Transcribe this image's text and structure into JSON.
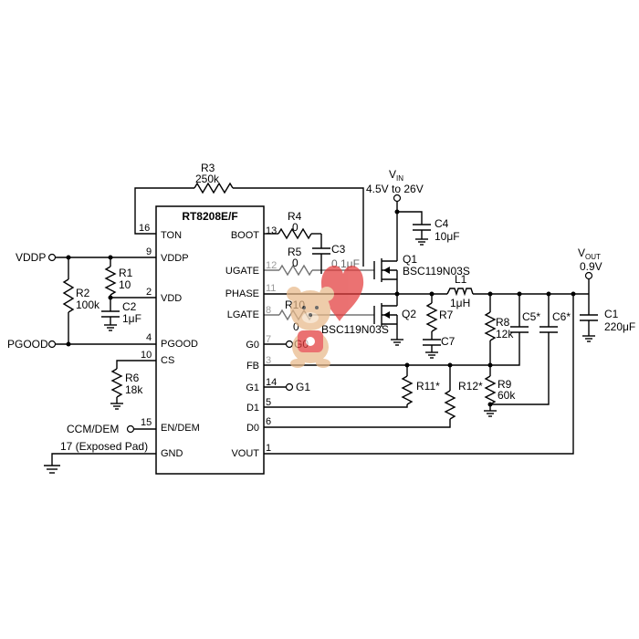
{
  "ic": {
    "name": "RT8208E/F",
    "left_pins": [
      {
        "num": "16",
        "name": "TON"
      },
      {
        "num": "9",
        "name": "VDDP"
      },
      {
        "num": "2",
        "name": "VDD"
      },
      {
        "num": "4",
        "name": "PGOOD"
      },
      {
        "num": "10",
        "name": "CS"
      },
      {
        "num": "15",
        "name": "EN/DEM"
      },
      {
        "num": "",
        "name": "GND"
      }
    ],
    "right_pins": [
      {
        "num": "13",
        "name": "BOOT"
      },
      {
        "num": "12",
        "name": "UGATE"
      },
      {
        "num": "11",
        "name": "PHASE"
      },
      {
        "num": "8",
        "name": "LGATE"
      },
      {
        "num": "7",
        "name": "G0"
      },
      {
        "num": "3",
        "name": "FB"
      },
      {
        "num": "14",
        "name": "G1"
      },
      {
        "num": "5",
        "name": "D1"
      },
      {
        "num": "6",
        "name": "D0"
      },
      {
        "num": "1",
        "name": "VOUT"
      }
    ],
    "gnd_note": "17 (Exposed Pad)"
  },
  "nets": {
    "vddp": "VDDP",
    "pgood": "PGOOD",
    "ccm": "CCM/DEM",
    "g0": "G0",
    "g1": "G1",
    "vin_main": "V",
    "vin_sub": "IN",
    "vin_range": "4.5V to 26V",
    "vout_main": "V",
    "vout_sub": "OUT",
    "vout_value": "0.9V"
  },
  "components": {
    "r1": {
      "ref": "R1",
      "value": "10"
    },
    "r2": {
      "ref": "R2",
      "value": "100k"
    },
    "c2": {
      "ref": "C2",
      "value": "1μF"
    },
    "r3": {
      "ref": "R3",
      "value": "250k"
    },
    "r4": {
      "ref": "R4",
      "value": "0"
    },
    "r5": {
      "ref": "R5",
      "value": "0"
    },
    "r6": {
      "ref": "R6",
      "value": "18k"
    },
    "c3": {
      "ref": "C3",
      "value": "0.1μF"
    },
    "c4": {
      "ref": "C4",
      "value": "10μF"
    },
    "q1": {
      "ref": "Q1",
      "value": "BSC119N03S"
    },
    "q2": {
      "ref": "Q2",
      "value": "BSC119N03S"
    },
    "r10": {
      "ref": "R10",
      "value": "0"
    },
    "l1": {
      "ref": "L1",
      "value": "1μH"
    },
    "r7": {
      "ref": "R7"
    },
    "c7": {
      "ref": "C7"
    },
    "r8": {
      "ref": "R8",
      "value": "12k"
    },
    "r9": {
      "ref": "R9",
      "value": "60k"
    },
    "c5": {
      "ref": "C5*"
    },
    "c6": {
      "ref": "C6*"
    },
    "c1": {
      "ref": "C1",
      "value": "220μF"
    },
    "r11": {
      "ref": "R11*"
    },
    "r12": {
      "ref": "R12*"
    }
  },
  "watermark": {
    "icon": "teddy-bear-heart-icon",
    "heart_color": "#e33b3b",
    "bear_color": "#e8b98a"
  }
}
